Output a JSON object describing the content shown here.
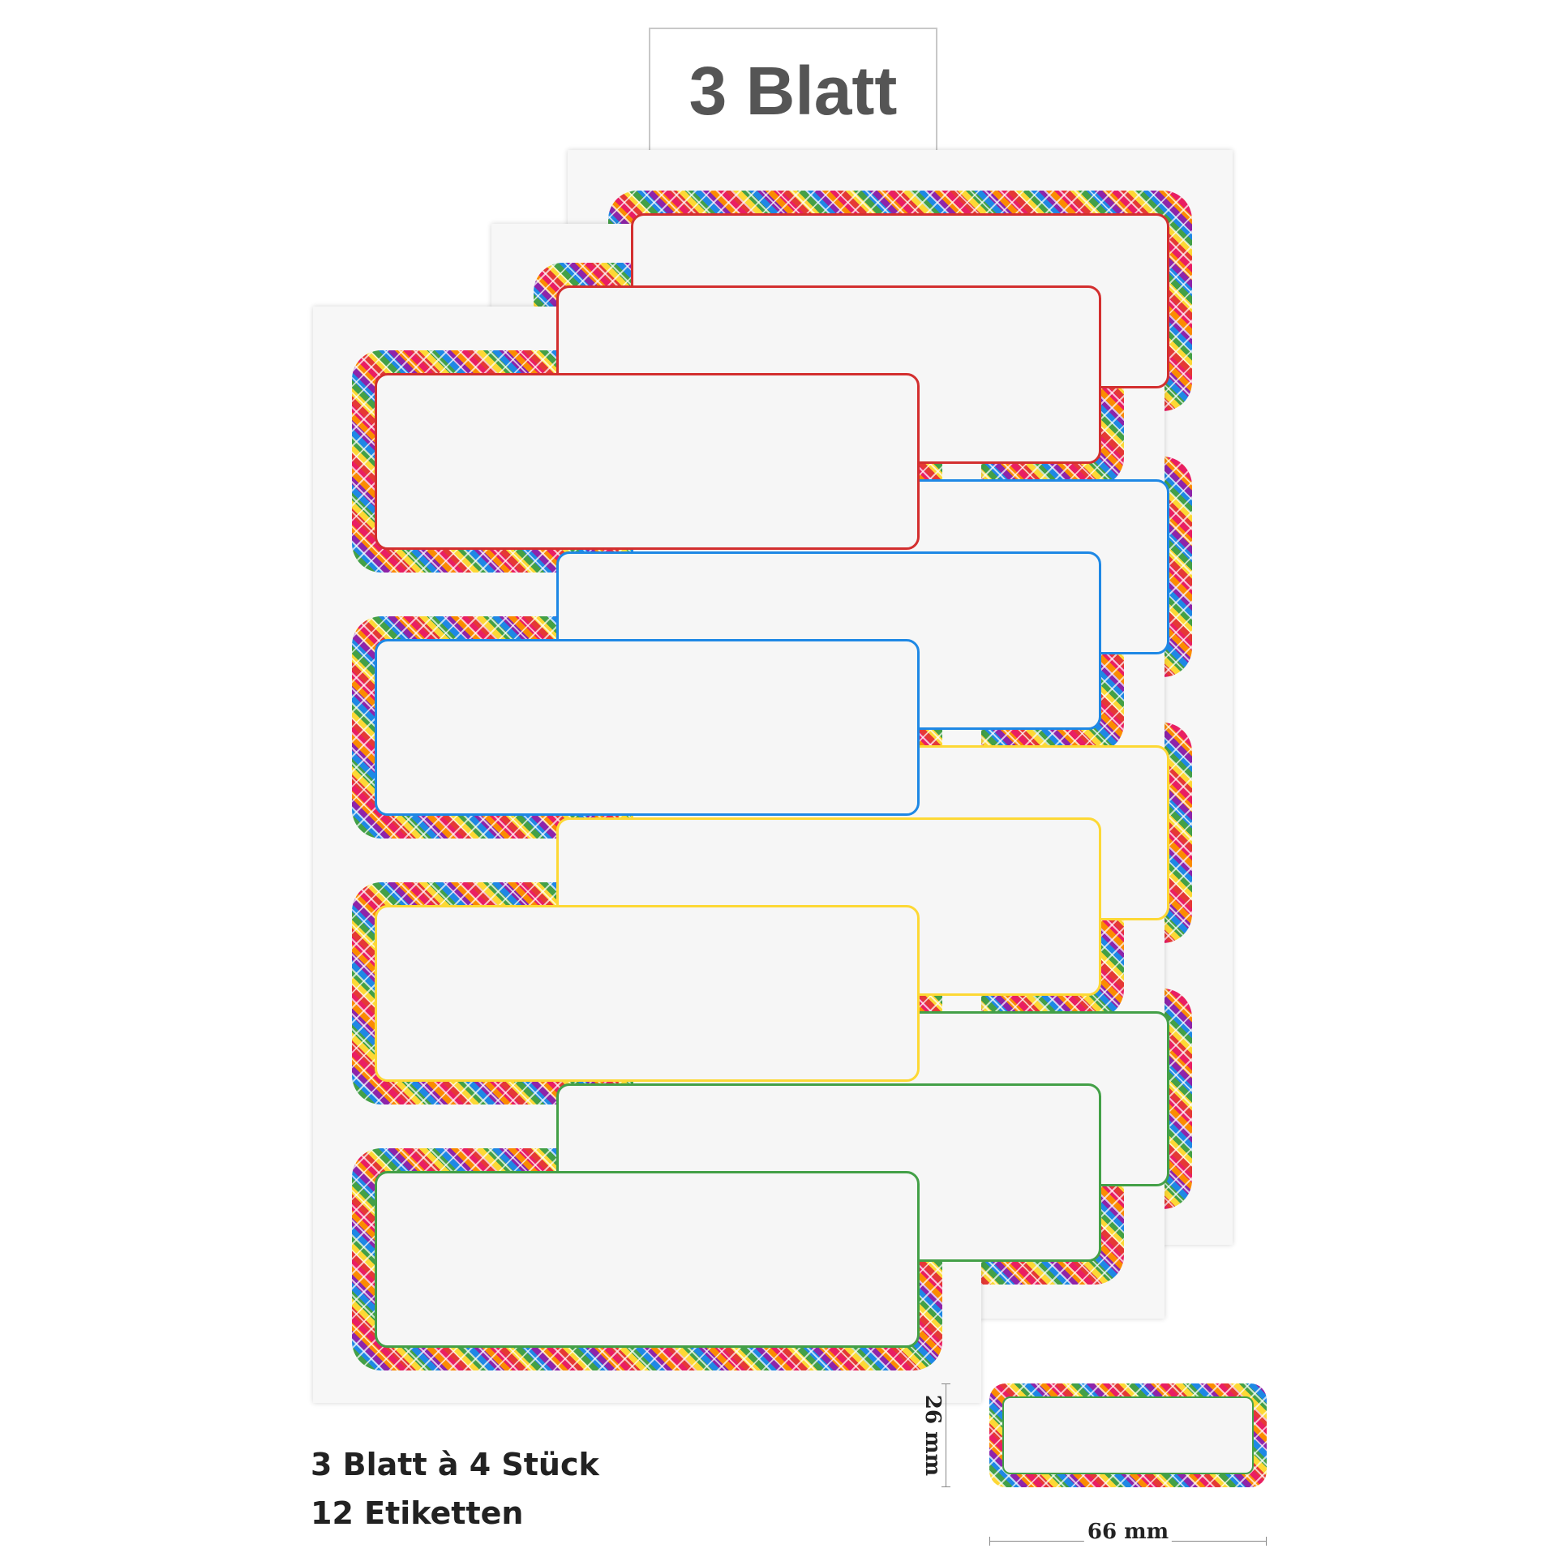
{
  "header": {
    "title": "3 Blatt"
  },
  "caption": {
    "line1": "3 Blatt à 4 Stück",
    "line2": "12 Etiketten"
  },
  "dimensions": {
    "height_label": "26 mm",
    "width_label": "66 mm"
  },
  "sheets": {
    "count": 3,
    "labels_per_sheet": 4,
    "frame_inner_colors": [
      "#d32f2f",
      "#1e88e5",
      "#fdd835",
      "#43a047"
    ]
  }
}
